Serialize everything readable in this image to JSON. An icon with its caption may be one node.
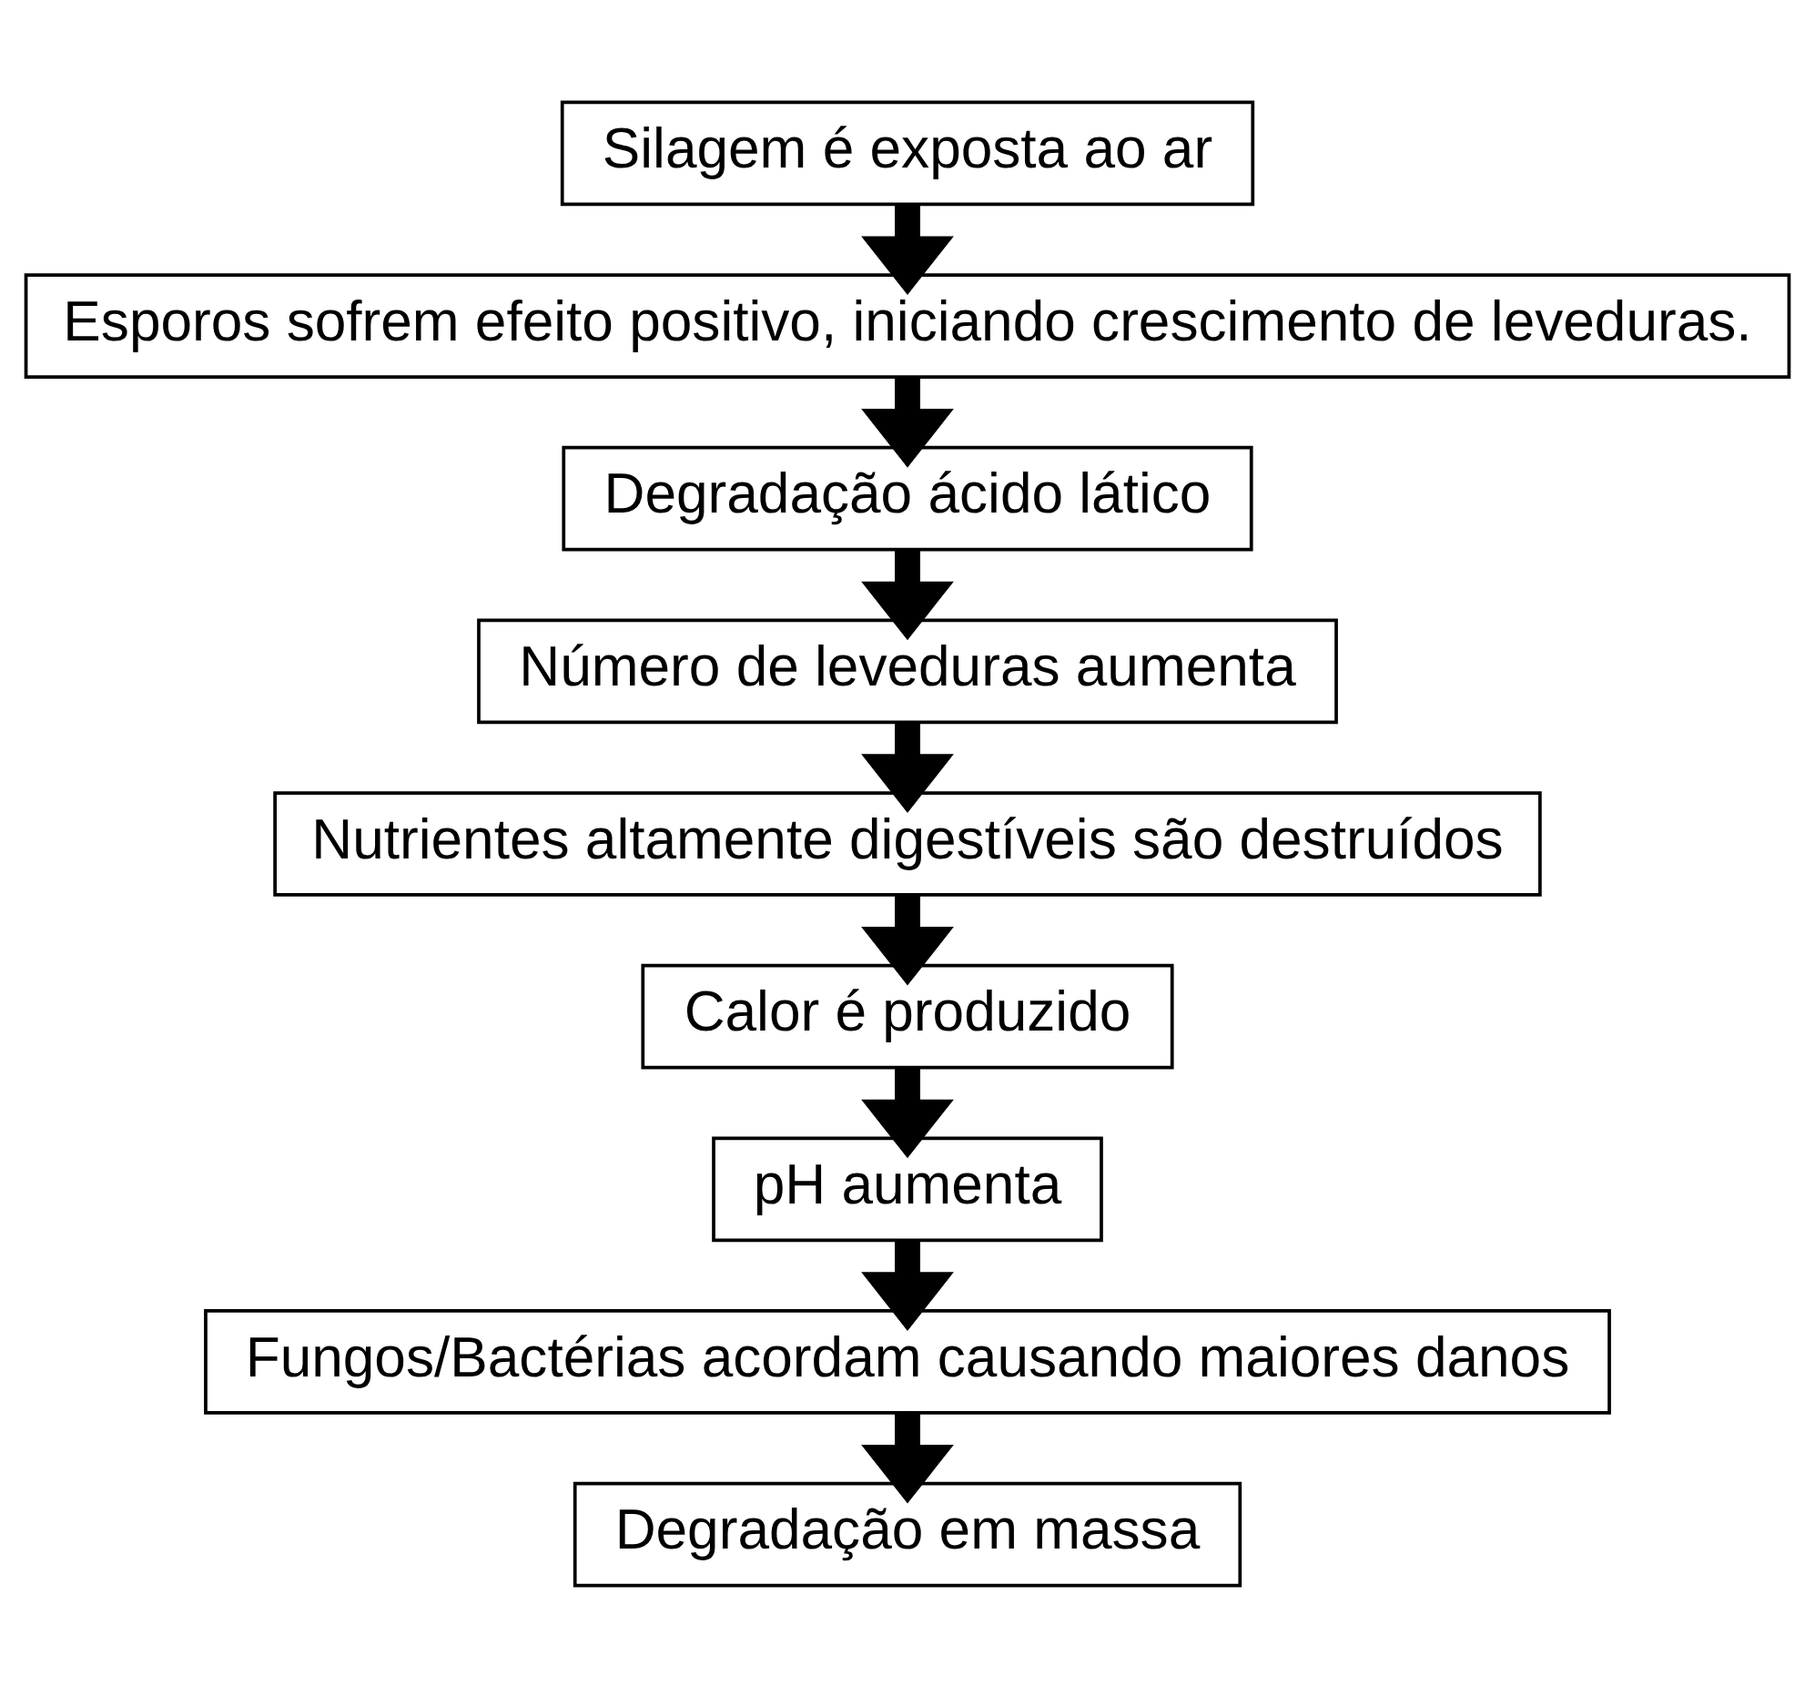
{
  "diagram": {
    "nodes": [
      {
        "text": [
          "Silagem é exposta ao ar"
        ]
      },
      {
        "text": [
          "Esporos sofrem efeito positivo, iniciando crescimento de leveduras."
        ]
      },
      {
        "text": [
          "Degradação ácido lático"
        ]
      },
      {
        "text": [
          "Número de leveduras aumenta"
        ]
      },
      {
        "text": [
          "Nutrientes altamente digestíveis são destruídos"
        ]
      },
      {
        "text": [
          "Calor é produzido"
        ]
      },
      {
        "text": [
          "pH aumenta"
        ]
      },
      {
        "text": [
          "Fungos/Bactérias acordam causando maiores danos"
        ]
      },
      {
        "text": [
          "Degradação em massa"
        ]
      }
    ],
    "edges": [
      {
        "from": 0,
        "to": 1,
        "arrow": "to"
      },
      {
        "from": 1,
        "to": 2,
        "arrow": "to"
      },
      {
        "from": 2,
        "to": 3,
        "arrow": "to"
      },
      {
        "from": 3,
        "to": 4,
        "arrow": "to"
      },
      {
        "from": 4,
        "to": 5,
        "arrow": "to"
      },
      {
        "from": 5,
        "to": 6,
        "arrow": "to"
      },
      {
        "from": 6,
        "to": 7,
        "arrow": "to"
      },
      {
        "from": 7,
        "to": 8,
        "arrow": "to"
      }
    ]
  }
}
